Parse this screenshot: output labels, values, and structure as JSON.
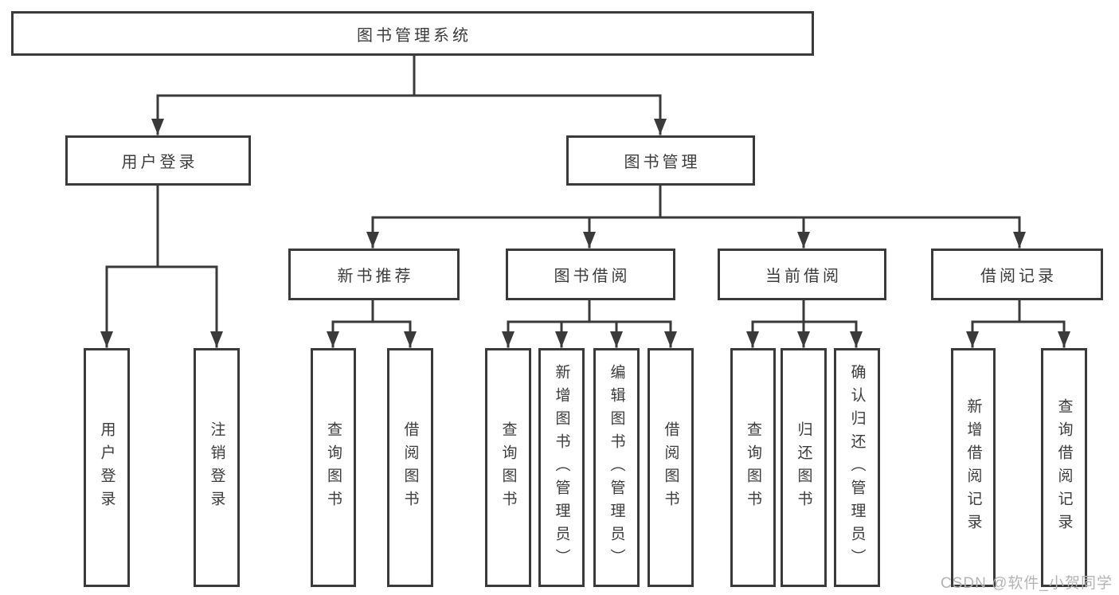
{
  "colors": {
    "line": "#3a3a3a",
    "text": "#3c3c3c",
    "watermark": "#b4b4b4",
    "background": "#ffffff"
  },
  "watermark": {
    "text": "CSDN @软件_小贺同学"
  },
  "tree": {
    "root": {
      "label": "图书管理系统"
    },
    "branches": [
      {
        "label": "用户登录",
        "leaves": [
          {
            "label": "用户登录"
          },
          {
            "label": "注销登录"
          }
        ]
      },
      {
        "label": "图书管理",
        "groups": [
          {
            "label": "新书推荐",
            "leaves": [
              {
                "label": "查询图书"
              },
              {
                "label": "借阅图书"
              }
            ]
          },
          {
            "label": "图书借阅",
            "leaves": [
              {
                "label": "查询图书"
              },
              {
                "label": "新增图书（管理员）"
              },
              {
                "label": "编辑图书（管理员）"
              },
              {
                "label": "借阅图书"
              }
            ]
          },
          {
            "label": "当前借阅",
            "leaves": [
              {
                "label": "查询图书"
              },
              {
                "label": "归还图书"
              },
              {
                "label": "确认归还（管理员）"
              }
            ]
          },
          {
            "label": "借阅记录",
            "leaves": [
              {
                "label": "新增借阅记录"
              },
              {
                "label": "查询借阅记录"
              }
            ]
          }
        ]
      }
    ]
  }
}
